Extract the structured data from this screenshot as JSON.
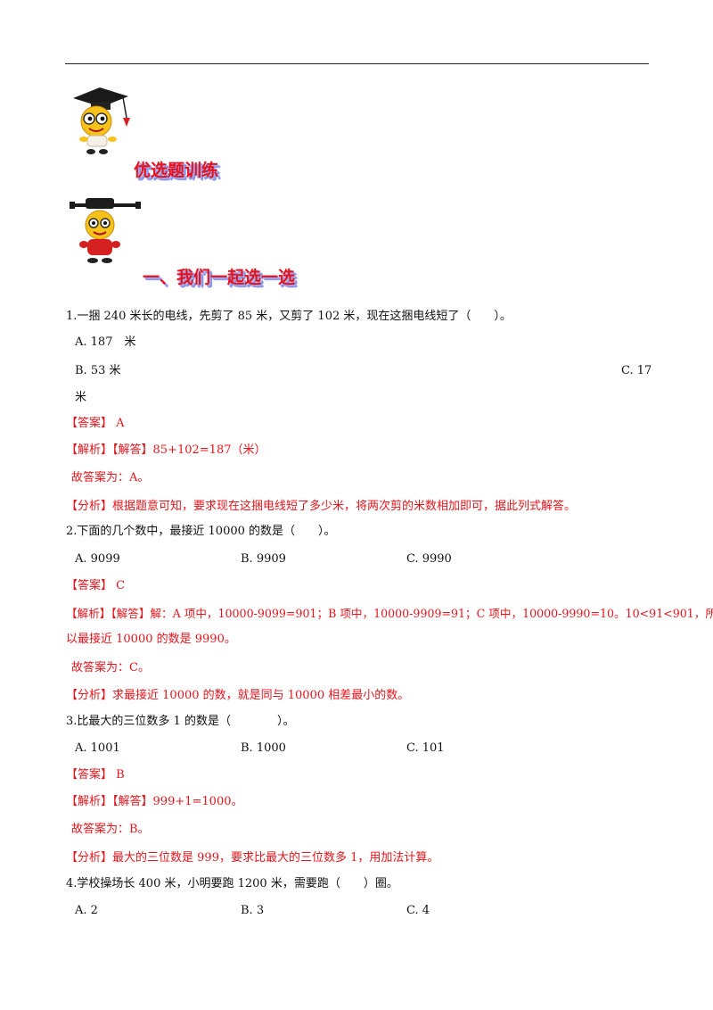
{
  "section_heading": "优选题训练",
  "subsection_heading": "一、我们一起选一选",
  "colors": {
    "accent": "#e5141c",
    "heading_shadow": "#9aa6ee"
  },
  "labels": {
    "answer": "【答案】",
    "analysis": "【解析】",
    "solution": "【解答】",
    "fenxi": "【分析】"
  },
  "questions": [
    {
      "stem": "1.一捆 240 米长的电线，先剪了 85 米，又剪了 102 米，现在这捆电线短了（　　）。",
      "options": [
        "A. 187　米",
        "B. 53 米",
        "C. 17",
        "米"
      ],
      "answer": "A",
      "solution": "85+102=187（米）",
      "conclusion": "故答案为：A。",
      "analysis": "根据题意可知，要求现在这捆电线短了多少米，将两次剪的米数相加即可，据此列式解答。"
    },
    {
      "stem": "2.下面的几个数中，最接近 10000 的数是（　　）。",
      "options": [
        "A. 9099",
        "B. 9909",
        "C. 9990"
      ],
      "answer": "C",
      "solution_line1": "解：A 项中，10000-9099=901；B 项中，10000-9909=91；C 项中，10000-9990=10。10<91<901，所",
      "solution_line2": "以最接近 10000 的数是 9990。",
      "conclusion": "故答案为：C。",
      "analysis": "求最接近 10000 的数，就是同与 10000 相差最小的数。"
    },
    {
      "stem": "3.比最大的三位数多 1 的数是（　　　　）。",
      "options": [
        "A. 1001",
        "B. 1000",
        "C. 101"
      ],
      "answer": "B",
      "solution": "999+1=1000。",
      "conclusion": "故答案为：B。",
      "analysis": "最大的三位数是 999，要求比最大的三位数多 1，用加法计算。"
    },
    {
      "stem": "4.学校操场长 400 米，小明要跑 1200 米，需要跑（　　）圈。",
      "options": [
        "A. 2",
        "B. 3",
        "C. 4"
      ]
    }
  ]
}
